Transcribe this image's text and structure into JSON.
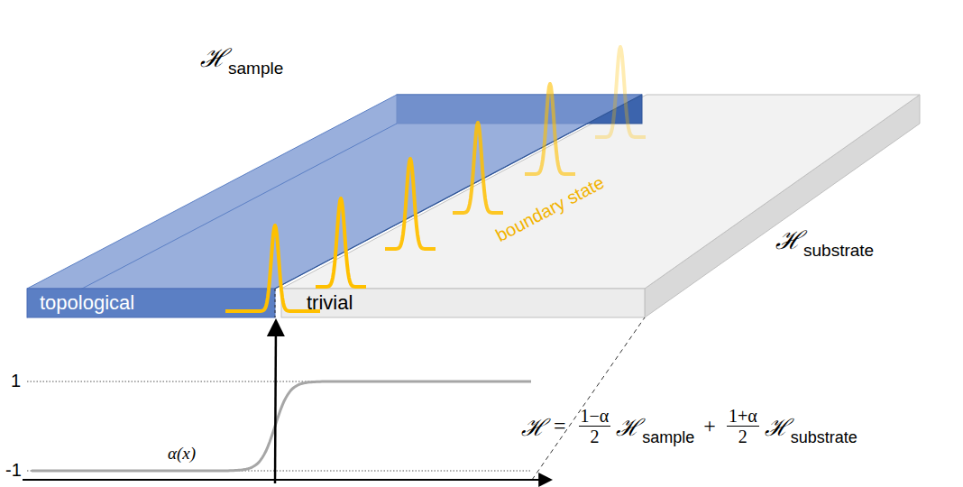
{
  "diagram": {
    "nodes": [
      {
        "text": [
          "topological"
        ]
      },
      {
        "text": [
          "trivial"
        ]
      }
    ],
    "labels": [
      "ℋ",
      "sample",
      "ℋ",
      "substrate",
      "boundary state",
      "1",
      "-1",
      "α(x)",
      "ℋ",
      "=",
      "1−α",
      "2",
      "ℋ",
      "sample",
      "+",
      "1+α",
      "2",
      "ℋ",
      "substrate"
    ]
  }
}
